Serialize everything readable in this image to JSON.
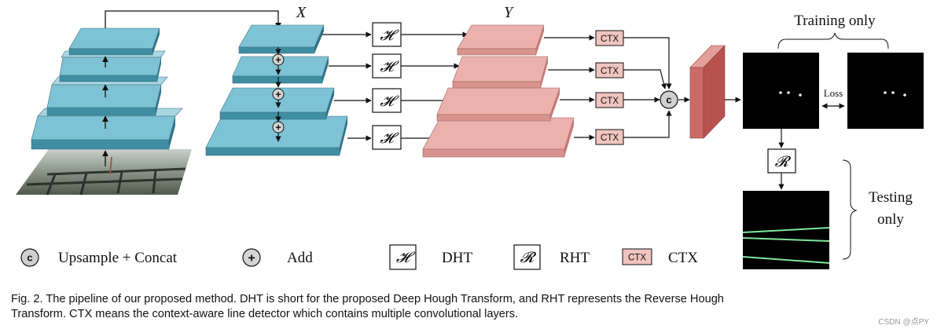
{
  "labels": {
    "x_label": "X",
    "y_label": "Y",
    "training_only": "Training only",
    "loss": "Loss",
    "testing_only_line1": "Testing",
    "testing_only_line2": "only"
  },
  "symbols": {
    "dht": "𝓗",
    "rht": "𝓡",
    "ctx": "CTX",
    "concat": "c",
    "add": "+"
  },
  "legend": {
    "upsample_concat": "Upsample + Concat",
    "add": "Add",
    "dht": "DHT",
    "rht": "RHT",
    "ctx": "CTX"
  },
  "caption": {
    "line1": "Fig. 2.  The pipeline of our proposed method. DHT is short for the proposed Deep Hough Transform, and RHT represents the Reverse Hough",
    "line2": "Transform. CTX means the context-aware line detector which contains multiple convolutional layers."
  },
  "watermark": "CSDN @点PY",
  "colors": {
    "feature_blue": "#7ec3d5",
    "feature_pink": "#ebb1ad",
    "ctx_fill": "#f0c4bf",
    "conv_red": "#cb6a66",
    "line_green": "#7fe69a"
  }
}
